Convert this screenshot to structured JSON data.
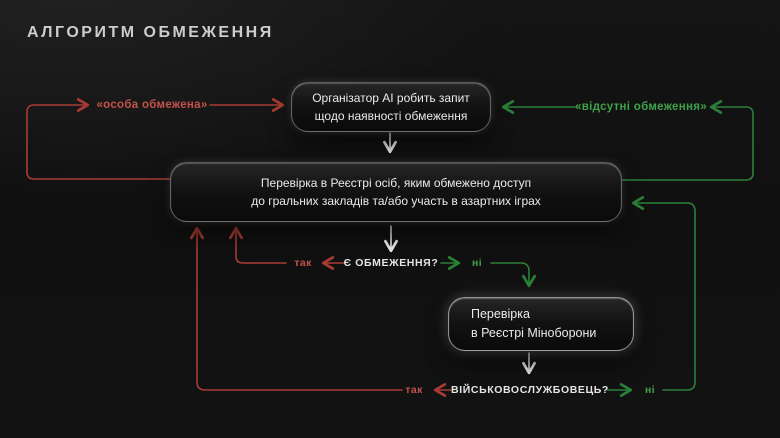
{
  "title": "АЛГОРИТМ ОБМЕЖЕННЯ",
  "colors": {
    "red-line": "#a83c34",
    "red-text": "#c4524b",
    "green-line": "#2b8038",
    "green-text": "#3da24a",
    "white-line": "#e8e8e8"
  },
  "nodes": {
    "organizer": {
      "line1": "Організатор АІ робить запит",
      "line2": "щодо наявності обмеження"
    },
    "registry": {
      "line1": "Перевірка в Реєстрі осіб, яким обмежено доступ",
      "line2": "до гральних закладів та/або участь в азартних іграх"
    },
    "minoborony": {
      "line1": "Перевірка",
      "line2": "в Реєстрі Міноборони"
    }
  },
  "labels": {
    "person_restricted": "«особа обмежена»",
    "no_restrictions": "«відсутні обмеження»",
    "question_restriction": "Є ОБМЕЖЕННЯ?",
    "question_military": "ВІЙСЬКОВОСЛУЖБОВЕЦЬ?",
    "yes": "так",
    "no": "ні"
  }
}
